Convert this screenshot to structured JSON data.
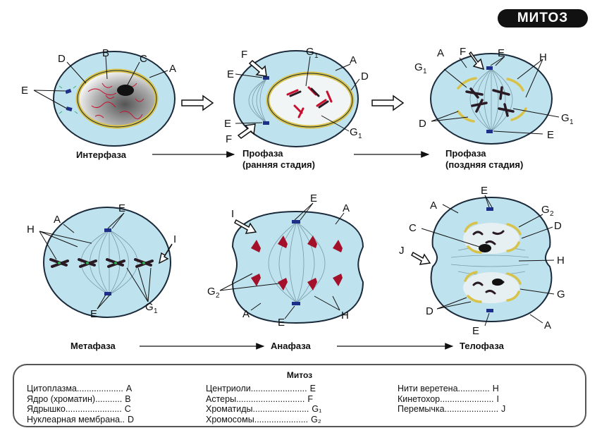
{
  "title": "МИТОЗ",
  "stages": {
    "interphase": "Интерфаза",
    "prophase_early_1": "Профаза",
    "prophase_early_2": "(ранняя стадия)",
    "prophase_late_1": "Профаза",
    "prophase_late_2": "(поздняя стадия)",
    "metaphase": "Метафаза",
    "anaphase": "Анафаза",
    "telophase": "Телофаза"
  },
  "letters": {
    "A": "A",
    "B": "B",
    "C": "C",
    "D": "D",
    "E": "E",
    "F": "F",
    "G1": "G",
    "G1_sub": "1",
    "G2": "G",
    "G2_sub": "2",
    "H": "H",
    "I": "I",
    "J": "J"
  },
  "legend": {
    "title": "Митоз",
    "col1": [
      {
        "term": "Цитоплазма",
        "dots": "...................",
        "code": "A"
      },
      {
        "term": "Ядро (хроматин)",
        "dots": "...........",
        "code": "B"
      },
      {
        "term": "Ядрышко",
        "dots": ".......................",
        "code": "C"
      },
      {
        "term": "Нуклеарная мембрана",
        "dots": "..",
        "code": "D"
      }
    ],
    "col2": [
      {
        "term": "Центриоли",
        "dots": ".......................",
        "code": "E"
      },
      {
        "term": "Астеры",
        "dots": "............................",
        "code": "F"
      },
      {
        "term": "Хроматиды",
        "dots": ".......................",
        "code": "G₁"
      },
      {
        "term": "Хромосомы",
        "dots": "......................",
        "code": "G₂"
      }
    ],
    "col3": [
      {
        "term": "Нити веретена",
        "dots": ".............",
        "code": "H"
      },
      {
        "term": "Кинетохор",
        "dots": "......................",
        "code": "I"
      },
      {
        "term": "Перемычка",
        "dots": "......................",
        "code": "J"
      }
    ]
  },
  "colors": {
    "cytoplasm": "#bfe3ee",
    "outline": "#1a2a3a",
    "nuclear_membrane": "#d8c24a",
    "chromatin": "#c8102e",
    "centriole": "#1e2f8a",
    "chromosome_dark": "#2a1a24",
    "spindle": "#7a9aa8"
  }
}
